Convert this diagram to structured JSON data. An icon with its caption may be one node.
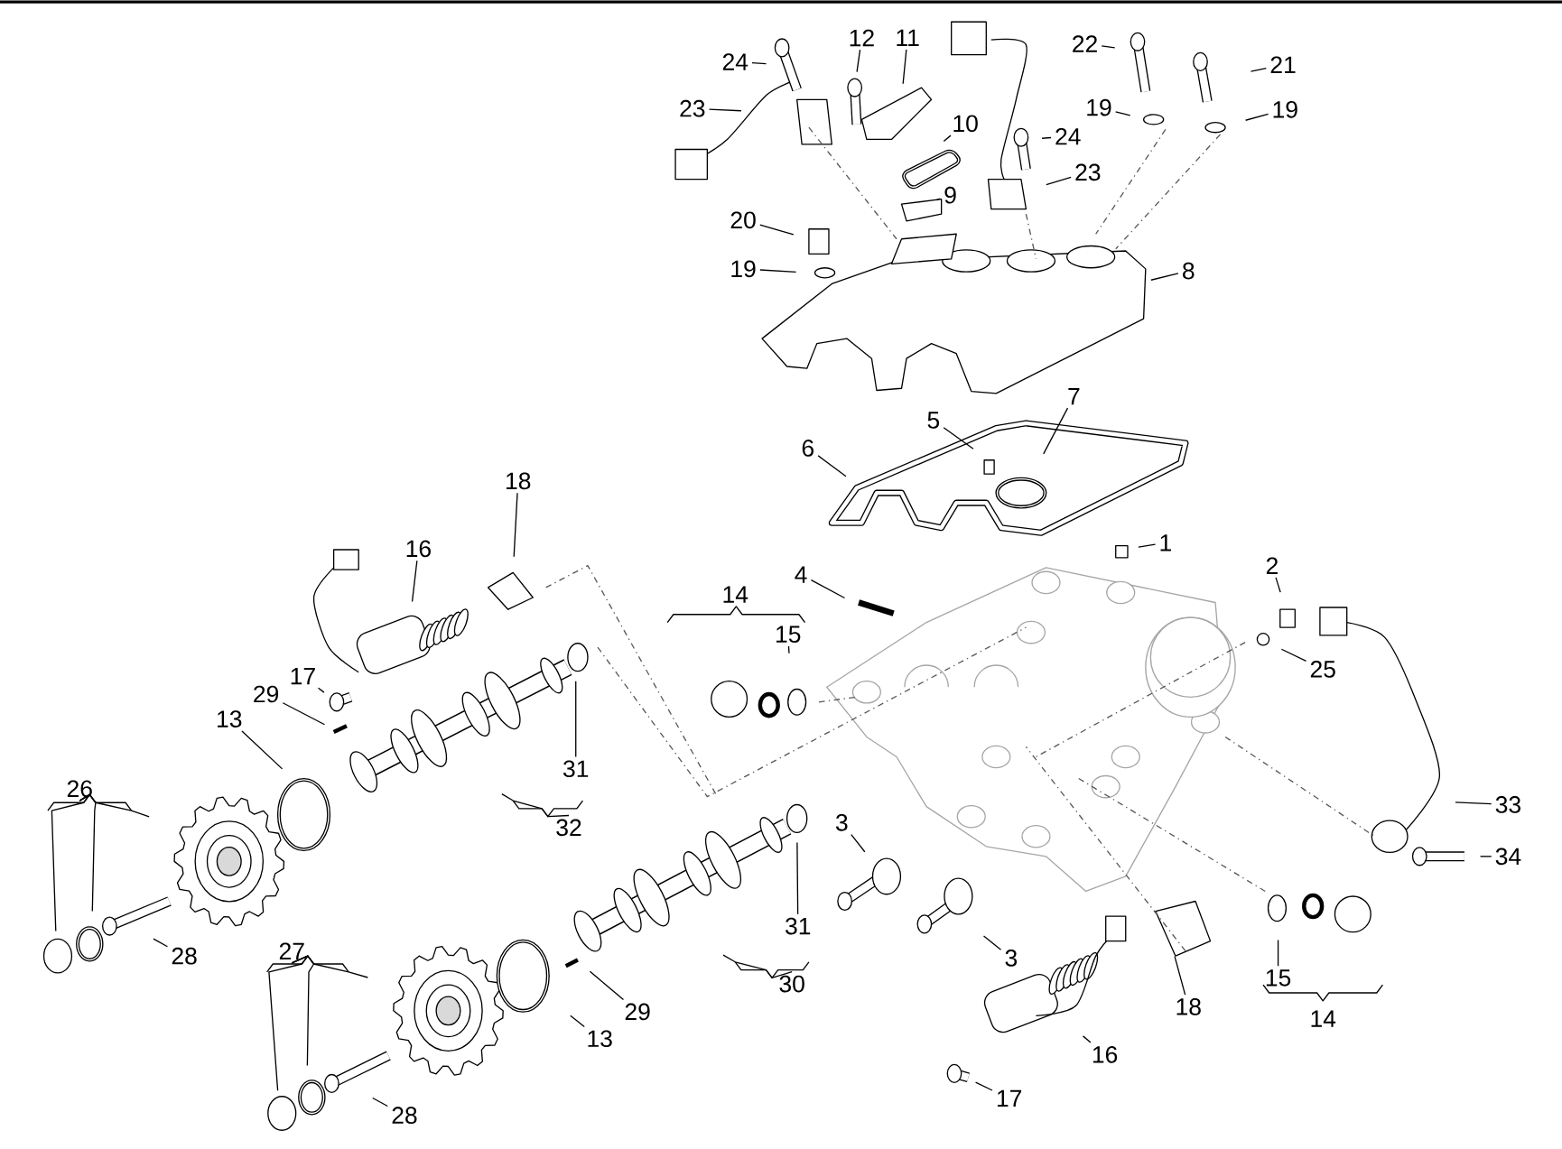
{
  "diagram": {
    "nodes": [
      {
        "text": [
          "12"
        ]
      },
      {
        "text": [
          "11"
        ]
      },
      {
        "text": [
          "22"
        ]
      },
      {
        "text": [
          "24"
        ]
      },
      {
        "text": [
          "21"
        ]
      },
      {
        "text": [
          "19"
        ]
      },
      {
        "text": [
          "19"
        ]
      },
      {
        "text": [
          "23"
        ]
      },
      {
        "text": [
          "10"
        ]
      },
      {
        "text": [
          "24"
        ]
      },
      {
        "text": [
          "23"
        ]
      },
      {
        "text": [
          "9"
        ]
      },
      {
        "text": [
          "20"
        ]
      },
      {
        "text": [
          "19"
        ]
      },
      {
        "text": [
          "8"
        ]
      },
      {
        "text": [
          "7"
        ]
      },
      {
        "text": [
          "5"
        ]
      },
      {
        "text": [
          "6"
        ]
      },
      {
        "text": [
          "18"
        ]
      },
      {
        "text": [
          "1"
        ]
      },
      {
        "text": [
          "16"
        ]
      },
      {
        "text": [
          "2"
        ]
      },
      {
        "text": [
          "4"
        ]
      },
      {
        "text": [
          "14"
        ]
      },
      {
        "text": [
          "15"
        ]
      },
      {
        "text": [
          "25"
        ]
      },
      {
        "text": [
          "17"
        ]
      },
      {
        "text": [
          "29"
        ]
      },
      {
        "text": [
          "13"
        ]
      },
      {
        "text": [
          "31"
        ]
      },
      {
        "text": [
          "26"
        ]
      },
      {
        "text": [
          "33"
        ]
      },
      {
        "text": [
          "3"
        ]
      },
      {
        "text": [
          "32"
        ]
      },
      {
        "text": [
          "34"
        ]
      },
      {
        "text": [
          "31"
        ]
      },
      {
        "text": [
          "28"
        ]
      },
      {
        "text": [
          "27"
        ]
      },
      {
        "text": [
          "3"
        ]
      },
      {
        "text": [
          "15"
        ]
      },
      {
        "text": [
          "30"
        ]
      },
      {
        "text": [
          "18"
        ]
      },
      {
        "text": [
          "29"
        ]
      },
      {
        "text": [
          "14"
        ]
      },
      {
        "text": [
          "13"
        ]
      },
      {
        "text": [
          "16"
        ]
      },
      {
        "text": [
          "17"
        ]
      },
      {
        "text": [
          "28"
        ]
      }
    ],
    "edges": [
      {
        "from": 0,
        "to": null,
        "arrow": "none"
      },
      {
        "from": 1,
        "to": null,
        "arrow": "none"
      },
      {
        "from": 2,
        "to": null,
        "arrow": "none"
      },
      {
        "from": 3,
        "to": null,
        "arrow": "none"
      },
      {
        "from": 4,
        "to": null,
        "arrow": "none"
      },
      {
        "from": 5,
        "to": null,
        "arrow": "none"
      },
      {
        "from": 6,
        "to": null,
        "arrow": "none"
      },
      {
        "from": 7,
        "to": null,
        "arrow": "none"
      },
      {
        "from": 8,
        "to": null,
        "arrow": "none"
      },
      {
        "from": 9,
        "to": null,
        "arrow": "none"
      },
      {
        "from": 10,
        "to": null,
        "arrow": "none"
      },
      {
        "from": 11,
        "to": null,
        "arrow": "none"
      },
      {
        "from": 12,
        "to": null,
        "arrow": "none"
      },
      {
        "from": 13,
        "to": null,
        "arrow": "none"
      },
      {
        "from": 14,
        "to": null,
        "arrow": "none"
      },
      {
        "from": 15,
        "to": null,
        "arrow": "none"
      },
      {
        "from": 16,
        "to": null,
        "arrow": "none"
      },
      {
        "from": 17,
        "to": null,
        "arrow": "none"
      },
      {
        "from": 18,
        "to": null,
        "arrow": "none"
      },
      {
        "from": 19,
        "to": null,
        "arrow": "none"
      },
      {
        "from": 20,
        "to": null,
        "arrow": "none"
      },
      {
        "from": 21,
        "to": null,
        "arrow": "none"
      },
      {
        "from": 22,
        "to": null,
        "arrow": "none"
      },
      {
        "from": 24,
        "to": null,
        "arrow": "none"
      },
      {
        "from": 25,
        "to": null,
        "arrow": "none"
      },
      {
        "from": 26,
        "to": null,
        "arrow": "none"
      },
      {
        "from": 27,
        "to": null,
        "arrow": "none"
      },
      {
        "from": 28,
        "to": null,
        "arrow": "none"
      },
      {
        "from": 29,
        "to": null,
        "arrow": "none"
      },
      {
        "from": 31,
        "to": null,
        "arrow": "none"
      },
      {
        "from": 32,
        "to": null,
        "arrow": "none"
      },
      {
        "from": 34,
        "to": null,
        "arrow": "none"
      },
      {
        "from": 35,
        "to": null,
        "arrow": "none"
      },
      {
        "from": 36,
        "to": null,
        "arrow": "none"
      },
      {
        "from": 38,
        "to": null,
        "arrow": "none"
      },
      {
        "from": 39,
        "to": null,
        "arrow": "none"
      },
      {
        "from": 41,
        "to": null,
        "arrow": "none"
      },
      {
        "from": 42,
        "to": null,
        "arrow": "none"
      },
      {
        "from": 44,
        "to": null,
        "arrow": "none"
      },
      {
        "from": 45,
        "to": null,
        "arrow": "none"
      },
      {
        "from": 46,
        "to": null,
        "arrow": "none"
      },
      {
        "from": 47,
        "to": null,
        "arrow": "none"
      },
      {
        "from": 30,
        "to": null,
        "arrow": "none"
      },
      {
        "from": 30,
        "to": null,
        "arrow": "none"
      },
      {
        "from": 30,
        "to": null,
        "arrow": "none"
      },
      {
        "from": 37,
        "to": null,
        "arrow": "none"
      },
      {
        "from": 37,
        "to": null,
        "arrow": "none"
      },
      {
        "from": 37,
        "to": null,
        "arrow": "none"
      },
      {
        "from": 40,
        "to": null,
        "arrow": "none"
      },
      {
        "from": 33,
        "to": null,
        "arrow": "none"
      }
    ]
  }
}
